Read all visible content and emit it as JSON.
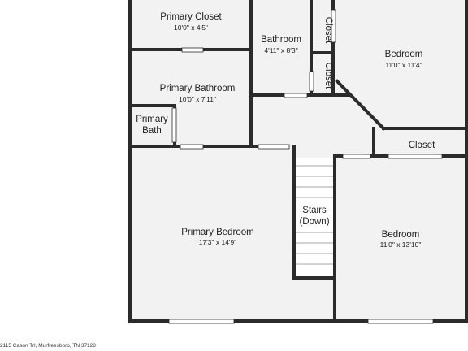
{
  "colors": {
    "wall": "#2b2b2b",
    "floor": "#f2f2f2",
    "background": "#ffffff",
    "window": "#ffffff",
    "text": "#222222"
  },
  "rooms": {
    "primary_closet": {
      "name": "Primary Closet",
      "dims": "10'0\" x 4'5\""
    },
    "bathroom": {
      "name": "Bathroom",
      "dims": "4'11\" x 8'3\""
    },
    "closet_top": {
      "name": "Closet"
    },
    "closet_mid": {
      "name": "Closet"
    },
    "bedroom_top": {
      "name": "Bedroom",
      "dims": "11'0\" x 11'4\""
    },
    "primary_bathroom": {
      "name": "Primary Bathroom",
      "dims": "10'0\" x 7'11\""
    },
    "primary_bath": {
      "name_line1": "Primary",
      "name_line2": "Bath"
    },
    "closet_right": {
      "name": "Closet"
    },
    "stairs": {
      "name_line1": "Stairs",
      "name_line2": "(Down)"
    },
    "primary_bedroom": {
      "name": "Primary Bedroom",
      "dims": "17'3\" x 14'9\""
    },
    "bedroom_bottom": {
      "name": "Bedroom",
      "dims": "11'0\" x 13'10\""
    }
  },
  "footer": {
    "address": "2115 Cason Trl, Murfreesboro, TN 37128"
  }
}
